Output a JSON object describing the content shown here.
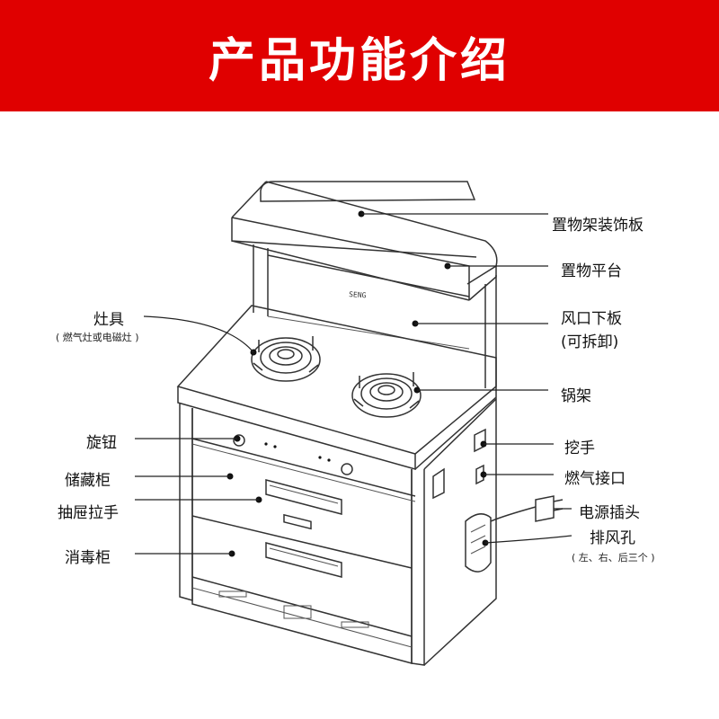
{
  "header": {
    "title": "产品功能介绍"
  },
  "labels": {
    "shelf_trim": "置物架装饰板",
    "shelf_platform": "置物平台",
    "vent_panel": "风口下板",
    "vent_panel_note": "(可拆卸)",
    "cooktop": "灶具",
    "cooktop_note": "( 燃气灶或电磁灶 )",
    "pot_rack": "锅架",
    "knob": "旋钮",
    "handle_recess": "挖手",
    "storage_cabinet": "储藏柜",
    "gas_inlet": "燃气接口",
    "drawer_handle": "抽屉拉手",
    "power_plug": "电源插头",
    "sterilizer_cabinet": "消毒柜",
    "exhaust_hole": "排风孔",
    "exhaust_hole_note": "( 左、右、后三个 )"
  },
  "brand_mark": "SENG",
  "colors": {
    "header_bg": "#e00000",
    "header_text": "#ffffff",
    "line": "#333333"
  }
}
